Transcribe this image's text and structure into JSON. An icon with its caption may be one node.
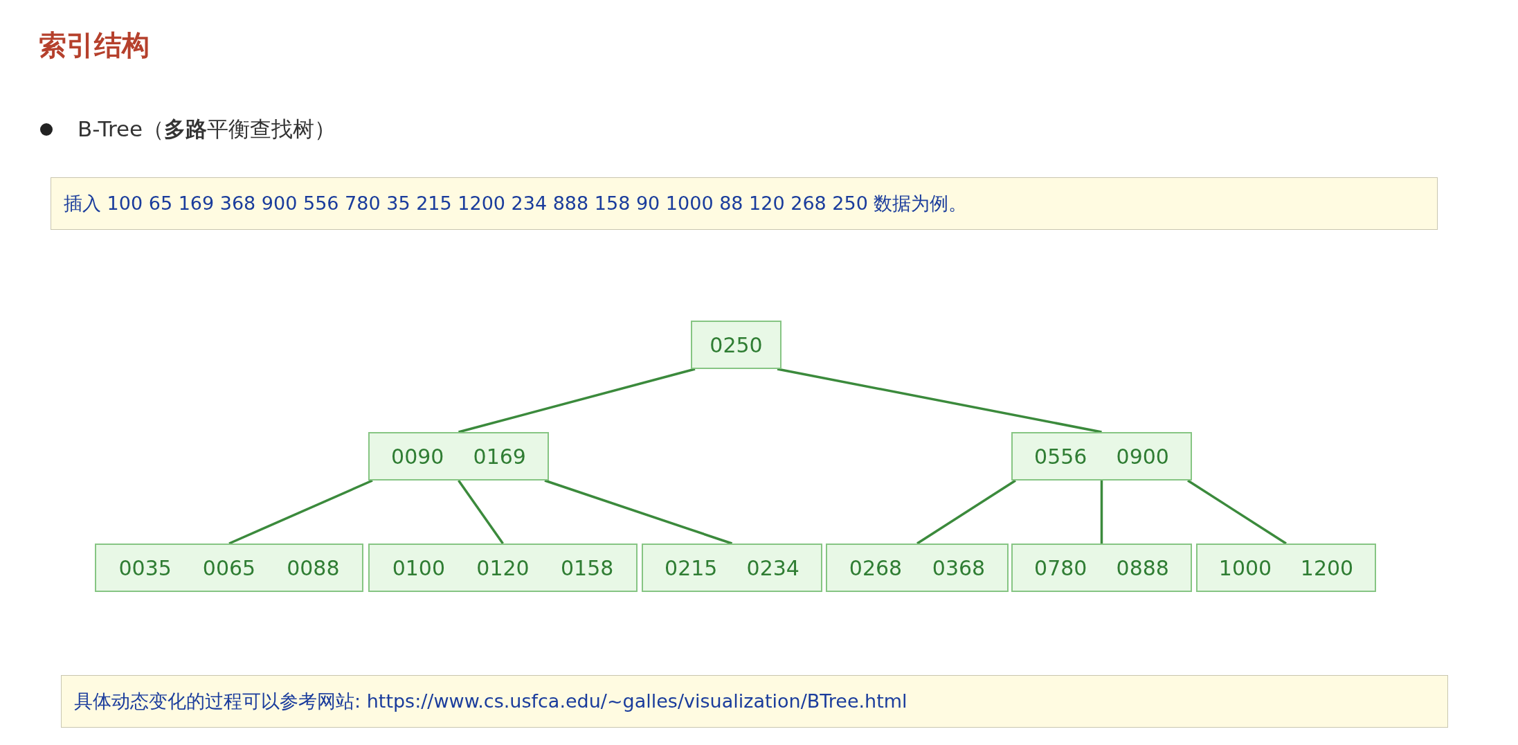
{
  "diagram": {
    "title": "索引结构",
    "nodes": [
      {
        "text": [
          "0250"
        ]
      },
      {
        "text": [
          "0090",
          "0169"
        ]
      },
      {
        "text": [
          "0556",
          "0900"
        ]
      },
      {
        "text": [
          "0035",
          "0065",
          "0088"
        ]
      },
      {
        "text": [
          "0100",
          "0120",
          "0158"
        ]
      },
      {
        "text": [
          "0215",
          "0234"
        ]
      },
      {
        "text": [
          "0268",
          "0368"
        ]
      },
      {
        "text": [
          "0780",
          "0888"
        ]
      },
      {
        "text": [
          "1000",
          "1200"
        ]
      }
    ],
    "edges": [
      {
        "from": 0,
        "to": 1,
        "arrow": "none"
      },
      {
        "from": 0,
        "to": 2,
        "arrow": "none"
      },
      {
        "from": 1,
        "to": 3,
        "arrow": "none"
      },
      {
        "from": 1,
        "to": 4,
        "arrow": "none"
      },
      {
        "from": 1,
        "to": 5,
        "arrow": "none"
      },
      {
        "from": 2,
        "to": 6,
        "arrow": "none"
      },
      {
        "from": 2,
        "to": 7,
        "arrow": "none"
      },
      {
        "from": 2,
        "to": 8,
        "arrow": "none"
      }
    ],
    "labels": [
      "B-Tree（**多路**平衡查找树）",
      "插入 100 65 169 368 900 556 780 35 215 1200 234 888 158 90 1000 88 120 268 250 数据为例。",
      "具体动态变化的过程可以参考网站: https://www.cs.usfca.edu/~galles/visualization/BTree.html"
    ]
  }
}
